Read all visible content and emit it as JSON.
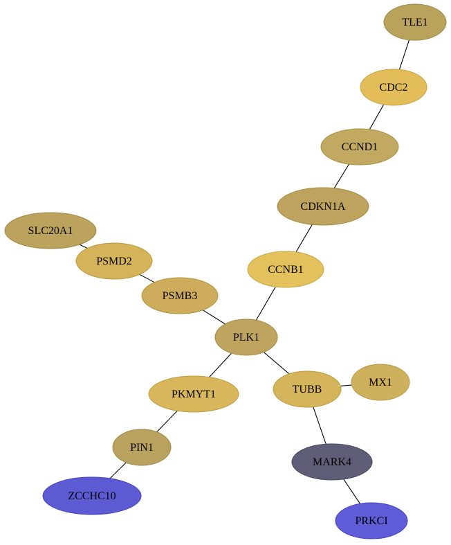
{
  "graph": {
    "nodes": [
      {
        "id": "TLE1",
        "label": "TLE1",
        "color": "#b9a25c",
        "stroke": "#a08945"
      },
      {
        "id": "CDC2",
        "label": "CDC2",
        "color": "#e2bd5a",
        "stroke": "#c9a340"
      },
      {
        "id": "CCND1",
        "label": "CCND1",
        "color": "#c2a961",
        "stroke": "#a8903f"
      },
      {
        "id": "CDKN1A",
        "label": "CDKN1A",
        "color": "#bda35d",
        "stroke": "#a38a41"
      },
      {
        "id": "CCNB1",
        "label": "CCNB1",
        "color": "#e3c15c",
        "stroke": "#cba63f"
      },
      {
        "id": "SLC20A1",
        "label": "SLC20A1",
        "color": "#bba25d",
        "stroke": "#a08842"
      },
      {
        "id": "PSMD2",
        "label": "PSMD2",
        "color": "#d5b35a",
        "stroke": "#bb9a3f"
      },
      {
        "id": "PSMB3",
        "label": "PSMB3",
        "color": "#cdad5b",
        "stroke": "#b39440"
      },
      {
        "id": "PLK1",
        "label": "PLK1",
        "color": "#bea45e",
        "stroke": "#a38a42"
      },
      {
        "id": "PKMYT1",
        "label": "PKMYT1",
        "color": "#d8b65c",
        "stroke": "#be9c40"
      },
      {
        "id": "TUBB",
        "label": "TUBB",
        "color": "#d5b55c",
        "stroke": "#bb9a40"
      },
      {
        "id": "MX1",
        "label": "MX1",
        "color": "#cfb05c",
        "stroke": "#b59540"
      },
      {
        "id": "PIN1",
        "label": "PIN1",
        "color": "#b9a25f",
        "stroke": "#9f8843"
      },
      {
        "id": "MARK4",
        "label": "MARK4",
        "color": "#5e5e78",
        "stroke": "#44445e"
      },
      {
        "id": "ZCCHC10",
        "label": "ZCCHC10",
        "color": "#5d5bd3",
        "stroke": "#4543b8"
      },
      {
        "id": "PRKCI",
        "label": "PRKCI",
        "color": "#5e5cd6",
        "stroke": "#4644bb"
      }
    ],
    "edges": [
      {
        "source": "TLE1",
        "target": "CDC2"
      },
      {
        "source": "CDC2",
        "target": "CCND1"
      },
      {
        "source": "CCND1",
        "target": "CDKN1A"
      },
      {
        "source": "CDKN1A",
        "target": "CCNB1"
      },
      {
        "source": "CCNB1",
        "target": "PLK1"
      },
      {
        "source": "SLC20A1",
        "target": "PSMD2"
      },
      {
        "source": "PSMD2",
        "target": "PSMB3"
      },
      {
        "source": "PSMB3",
        "target": "PLK1"
      },
      {
        "source": "PLK1",
        "target": "PKMYT1"
      },
      {
        "source": "PLK1",
        "target": "TUBB"
      },
      {
        "source": "TUBB",
        "target": "MX1"
      },
      {
        "source": "TUBB",
        "target": "MARK4"
      },
      {
        "source": "PKMYT1",
        "target": "PIN1"
      },
      {
        "source": "PIN1",
        "target": "ZCCHC10"
      },
      {
        "source": "MARK4",
        "target": "PRKCI"
      }
    ]
  }
}
